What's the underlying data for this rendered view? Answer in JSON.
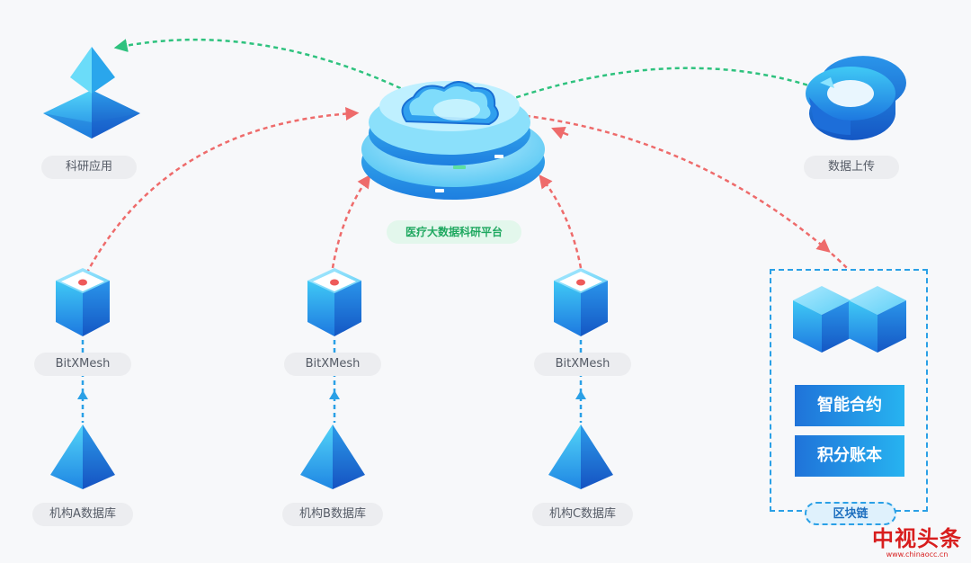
{
  "center": {
    "platform_label": "医疗大数据科研平台"
  },
  "nodes": {
    "research_app": {
      "label": "科研应用"
    },
    "data_upload": {
      "label": "数据上传"
    },
    "mesh_a": {
      "label": "BitXMesh"
    },
    "mesh_b": {
      "label": "BitXMesh"
    },
    "mesh_c": {
      "label": "BitXMesh"
    },
    "db_a": {
      "label": "机构A数据库"
    },
    "db_b": {
      "label": "机构B数据库"
    },
    "db_c": {
      "label": "机构C数据库"
    }
  },
  "blockchain": {
    "label": "区块链",
    "smart_contract": "智能合约",
    "points_ledger": "积分账本"
  },
  "watermark": {
    "main": "中视头条",
    "sub": "www.chinaocc.cn"
  },
  "colors": {
    "blue_light": "#3fc6f5",
    "blue_dark": "#1f6fd8",
    "green_line": "#2ec27e",
    "red_line": "#ee6b6b",
    "blue_dash": "#2aa0e6"
  },
  "icons": [
    "pyramid-stack-icon",
    "ring-cycle-icon",
    "cloud-platform-icon",
    "cube-node-icon",
    "pyramid-db-icon",
    "double-cube-icon"
  ]
}
